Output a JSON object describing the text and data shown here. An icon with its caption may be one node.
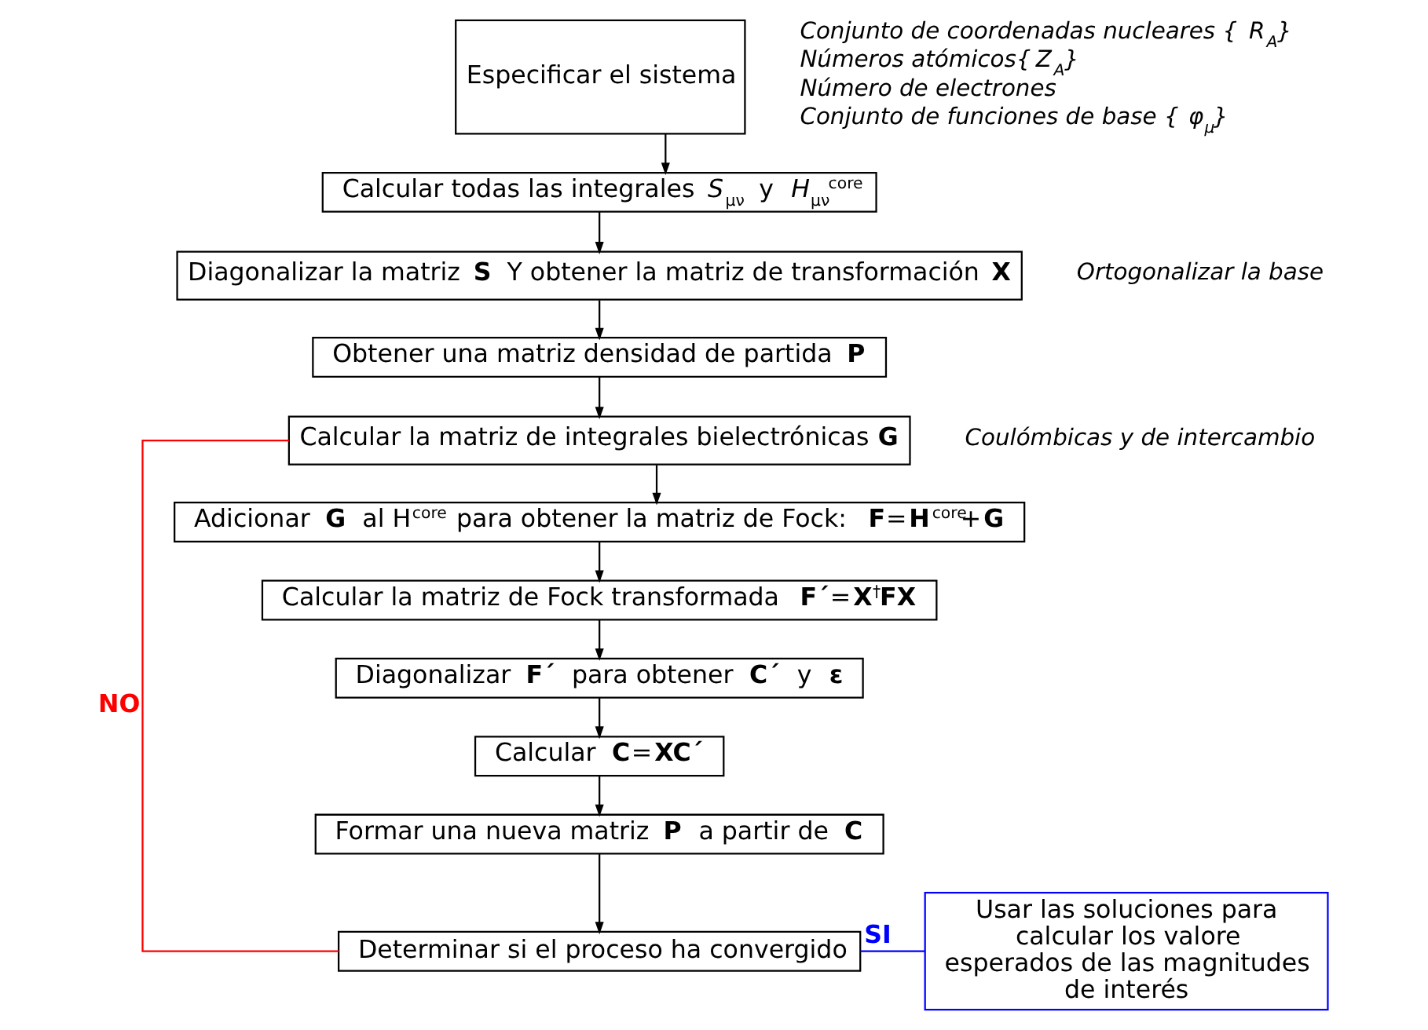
{
  "diagram": {
    "nodes": [
      {
        "text": [
          "Especificar el sistema"
        ],
        "beside": [
          "Conjunto de coordenadas nucleares {*R*$_{A}$}",
          "Números atómicos{*Z*$_{A}$}",
          "Número de electrones",
          "Conjunto de funciones de base {*φ*$_{μ}$}"
        ]
      },
      {
        "text": [
          "Calcular todas las integrales *S*$_{μν}$ y *H*$_{μν}$$^{core}$"
        ]
      },
      {
        "text": [
          "Diagonalizar la matriz **S** Y obtener la matriz de transformación **X**"
        ],
        "beside": [
          "Ortogonalizar la base"
        ]
      },
      {
        "text": [
          "Obtener una matriz densidad de partida **P**"
        ]
      },
      {
        "text": [
          "Calcular la matriz de integrales bielectrónicas **G**"
        ],
        "beside": [
          "Coulómbicas y de intercambio"
        ]
      },
      {
        "text": [
          "Adicionar **G** al H$^{core}$ para obtener la matriz de Fock:  **F**=**H**$^{core}$+**G**"
        ]
      },
      {
        "text": [
          "Calcular la matriz de Fock transformada  **F´**=**X**$^{†}$**FX**"
        ]
      },
      {
        "text": [
          "Diagonalizar **F´** para obtener **C´** y **ε**"
        ]
      },
      {
        "text": [
          "Calcular **C**=**XC´**"
        ]
      },
      {
        "text": [
          "Formar una nueva matriz **P** a partir de **C**"
        ]
      },
      {
        "text": [
          "Determinar si el proceso ha convergido"
        ]
      },
      {
        "text": [
          "Usar las soluciones para calcular los valore esperados de las magnitudes de interés"
        ]
      }
    ],
    "edges": [
      {
        "from": 0,
        "to": 1,
        "arrow": "to"
      },
      {
        "from": 1,
        "to": 2,
        "arrow": "to"
      },
      {
        "from": 2,
        "to": 3,
        "arrow": "to"
      },
      {
        "from": 3,
        "to": 4,
        "arrow": "to"
      },
      {
        "from": 4,
        "to": 5,
        "arrow": "to"
      },
      {
        "from": 5,
        "to": 6,
        "arrow": "to"
      },
      {
        "from": 6,
        "to": 7,
        "arrow": "to"
      },
      {
        "from": 7,
        "to": 8,
        "arrow": "to"
      },
      {
        "from": 8,
        "to": 9,
        "arrow": "to"
      },
      {
        "from": 9,
        "to": 10,
        "arrow": "to"
      },
      {
        "from": 10,
        "to": 4,
        "arrow": "none",
        "label": "NO",
        "color": "#ff0000"
      },
      {
        "from": 10,
        "to": 11,
        "arrow": "none",
        "label": "SI",
        "color": "#0000ff"
      }
    ]
  }
}
